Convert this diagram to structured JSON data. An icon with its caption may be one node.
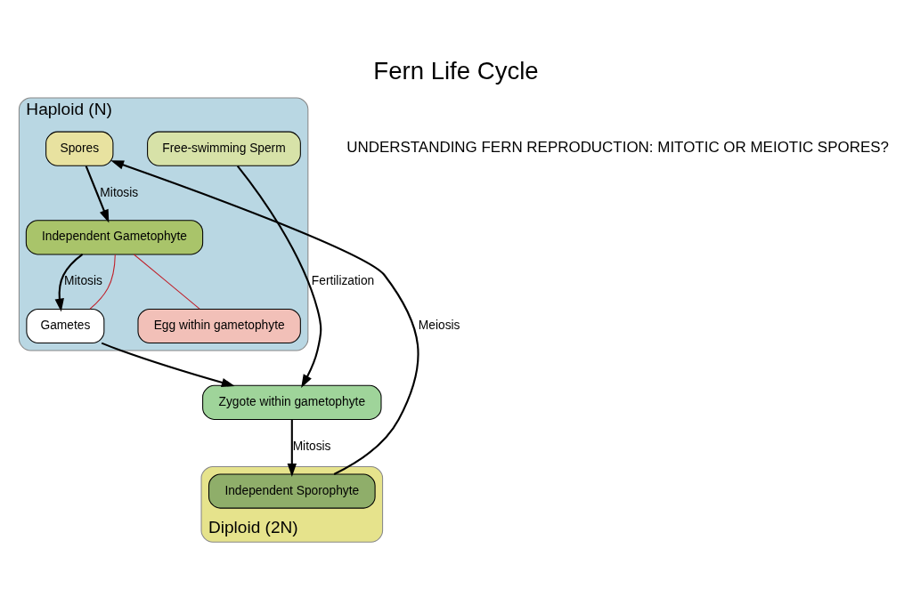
{
  "diagram": {
    "title": "Fern Life Cycle",
    "nodes": [
      {
        "text": [
          "Haploid (N)"
        ]
      },
      {
        "text": [
          "Spores"
        ],
        "in": 0
      },
      {
        "text": [
          "Independent Gametophyte"
        ],
        "in": 0
      },
      {
        "text": [
          "Gametes"
        ],
        "in": 0
      },
      {
        "text": [
          "Egg within gametophyte"
        ],
        "in": 0
      },
      {
        "text": [
          "Free-swimming Sperm"
        ],
        "in": 0
      },
      {
        "text": [
          "Diploid (2N)"
        ]
      },
      {
        "text": [
          "Zygote within gametophyte"
        ]
      },
      {
        "text": [
          "Independent Sporophyte"
        ],
        "in": 6
      }
    ],
    "edges": [
      {
        "from": 1,
        "to": 2,
        "arrow": "to",
        "label": "Mitosis"
      },
      {
        "from": 2,
        "to": 3,
        "arrow": "to",
        "label": "Mitosis"
      },
      {
        "from": 2,
        "to": 3,
        "arrow": "none",
        "color": "#c0202a"
      },
      {
        "from": 2,
        "to": 4,
        "arrow": "none",
        "color": "#c0202a"
      },
      {
        "from": 3,
        "to": 7,
        "arrow": "to"
      },
      {
        "from": 5,
        "to": 7,
        "arrow": "to",
        "label": "Fertilization"
      },
      {
        "from": 7,
        "to": 8,
        "arrow": "to",
        "label": "Mitosis"
      },
      {
        "from": 8,
        "to": 1,
        "arrow": "to",
        "label": "Meiosis"
      }
    ],
    "labels": [
      "UNDERSTANDING FERN REPRODUCTION: MITOTIC OR MEIOTIC SPORES?"
    ]
  }
}
